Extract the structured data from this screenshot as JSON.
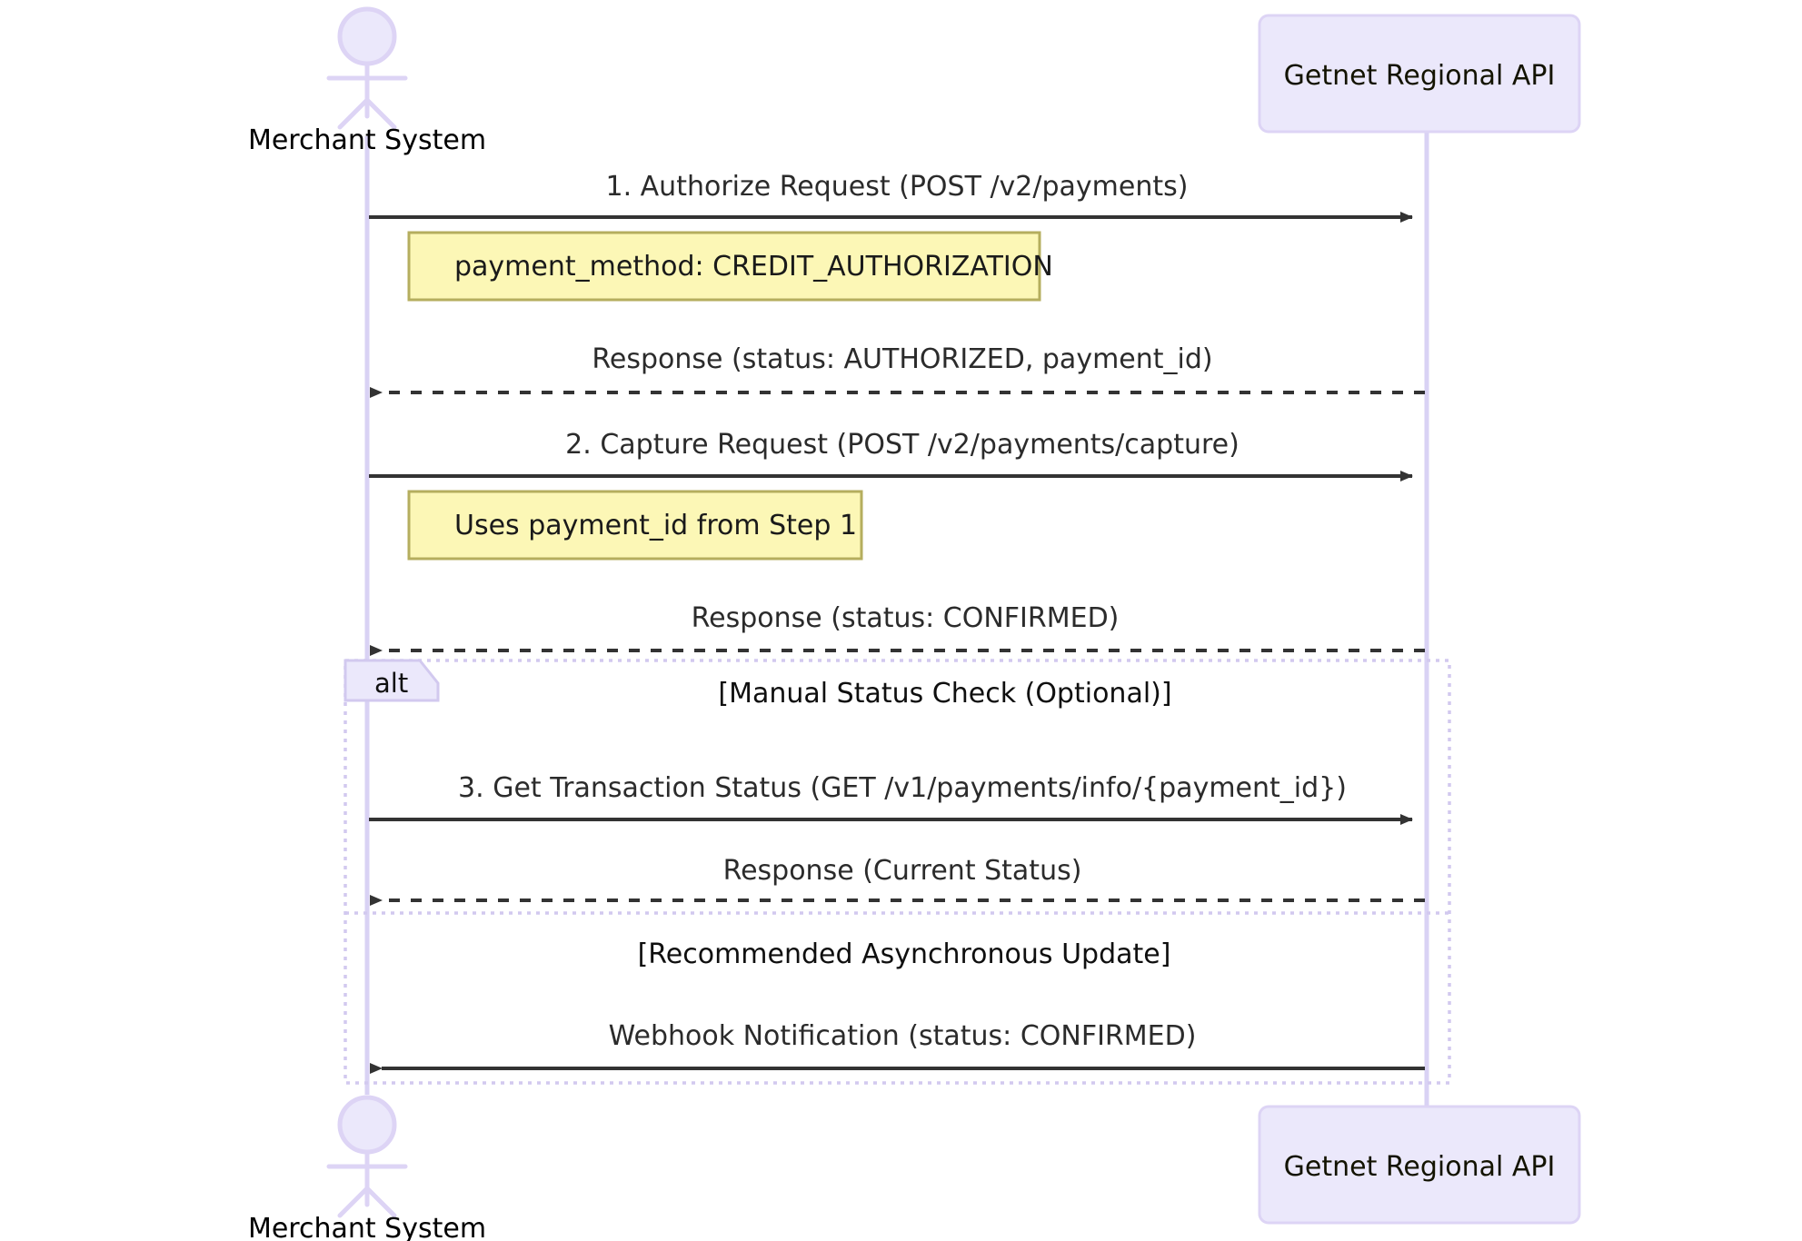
{
  "diagram": {
    "type": "sequence-diagram",
    "title": "Getnet payment authorization and capture sequence",
    "colors": {
      "participant_fill": "#ebe8fb",
      "participant_stroke": "#ddd4f5",
      "note_fill": "#fcf7b6",
      "note_stroke": "#b5ae5e",
      "message_line": "#333333",
      "frame_stroke": "#d2c9ef",
      "background": "#ffffff"
    },
    "participants": [
      {
        "id": "merchant",
        "name": "Merchant System",
        "shape": "actor",
        "top_label": "Merchant System",
        "bottom_label": "Merchant System"
      },
      {
        "id": "getnet",
        "name": "Getnet Regional API",
        "shape": "box",
        "top_label": "Getnet Regional API",
        "bottom_label": "Getnet Regional API"
      }
    ],
    "messages": [
      {
        "index": 1,
        "label": "1. Authorize Request (POST /v2/payments)",
        "from": "merchant",
        "to": "getnet",
        "style": "solid",
        "direction": "right"
      },
      {
        "index": 2,
        "label": "Response (status: AUTHORIZED, payment_id)",
        "from": "getnet",
        "to": "merchant",
        "style": "dashed",
        "direction": "left"
      },
      {
        "index": 3,
        "label": "2. Capture Request (POST /v2/payments/capture)",
        "from": "merchant",
        "to": "getnet",
        "style": "solid",
        "direction": "right"
      },
      {
        "index": 4,
        "label": "Response (status: CONFIRMED)",
        "from": "getnet",
        "to": "merchant",
        "style": "dashed",
        "direction": "left"
      },
      {
        "index": 5,
        "label": "3. Get Transaction Status (GET /v1/payments/info/{payment_id})",
        "from": "merchant",
        "to": "getnet",
        "style": "solid",
        "direction": "right"
      },
      {
        "index": 6,
        "label": "Response (Current Status)",
        "from": "getnet",
        "to": "merchant",
        "style": "dashed",
        "direction": "left"
      },
      {
        "index": 7,
        "label": "Webhook Notification (status: CONFIRMED)",
        "from": "getnet",
        "to": "merchant",
        "style": "solid",
        "direction": "left"
      }
    ],
    "notes": [
      {
        "index": 1,
        "text": "payment_method: CREDIT_AUTHORIZATION",
        "attached_to": "merchant"
      },
      {
        "index": 2,
        "text": "Uses payment_id from Step 1",
        "attached_to": "merchant"
      }
    ],
    "fragment": {
      "tag": "alt",
      "sections": [
        {
          "index": 1,
          "condition": "[Manual Status Check (Optional)]"
        },
        {
          "index": 2,
          "condition": "[Recommended Asynchronous Update]"
        }
      ]
    }
  }
}
